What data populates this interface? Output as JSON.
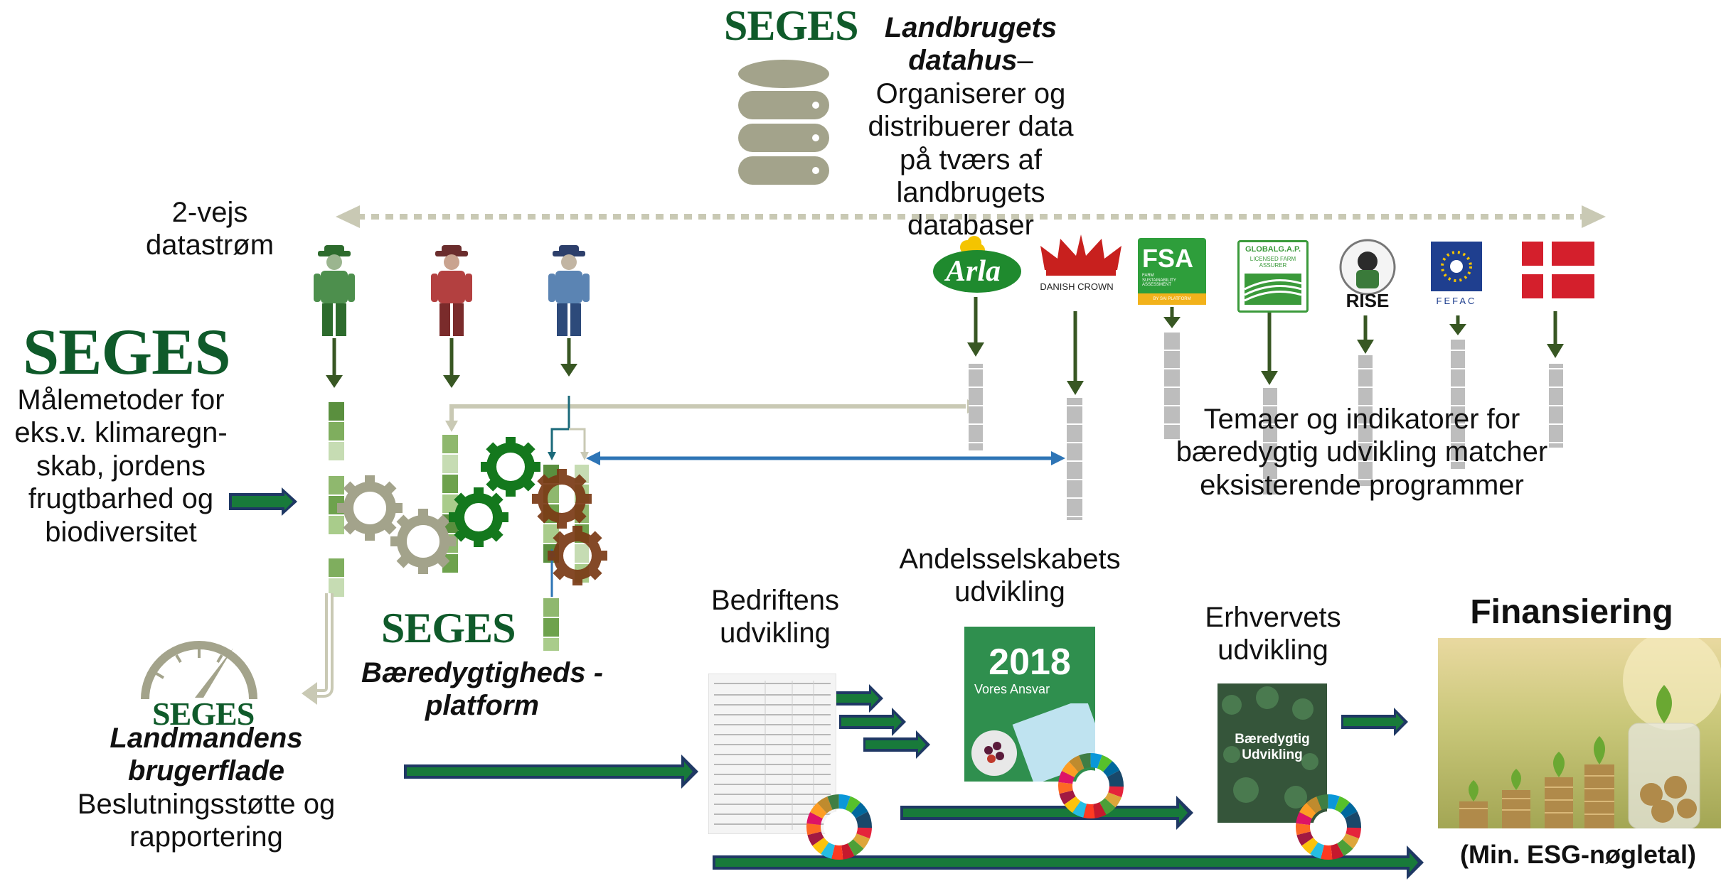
{
  "brand": "SEGES",
  "datahus": {
    "title": "Landbrugets datahus",
    "desc": "– Organiserer og distribuerer data på tværs af landbrugets databaser"
  },
  "datastream_label": "2-vejs datastrøm",
  "maalemetoder": "Målemetoder for eks.v. klimaregn-skab, jordens frugtbarhed og biodiversitet",
  "platform": {
    "title": "Bæredygtigheds -platform"
  },
  "landmand": {
    "title": "Landmandens brugerflade",
    "desc": "Beslutningsstøtte og rapportering"
  },
  "logos": {
    "arla": "Arla",
    "danish_crown": "DANISH CROWN",
    "fsa": "FSA",
    "fsa_sub": "FARM SUSTAINABILITY ASSESSMENT",
    "fsa_foot": "BY SAI PLATFORM",
    "globalgap": "GLOBALG.A.P.",
    "globalgap_sub": "LICENSED FARM ASSURER",
    "rise": "RISE",
    "fefac": "FEFAC"
  },
  "temaer": "Temaer og indikatorer for bæredygtig udvikling matcher eksisterende programmer",
  "bedrift": "Bedriftens udvikling",
  "andel": "Andelsselskabets udvikling",
  "report_year": "2018",
  "report_sub": "Vores Ansvar",
  "erhverv": "Erhvervets udvikling",
  "book_title": "Bæredygtig Udvikling",
  "finansiering": "Finansiering",
  "esg": "(Min. ESG-nøgletal)",
  "colors": {
    "dark_green": "#0f5a2a",
    "arrow_green": "#385723",
    "light_grey": "#c9c9b4",
    "blue": "#2e75b6",
    "gear_grey": "#a3a38b",
    "gear_green": "#14781d",
    "gear_brown": "#7a3a15"
  }
}
